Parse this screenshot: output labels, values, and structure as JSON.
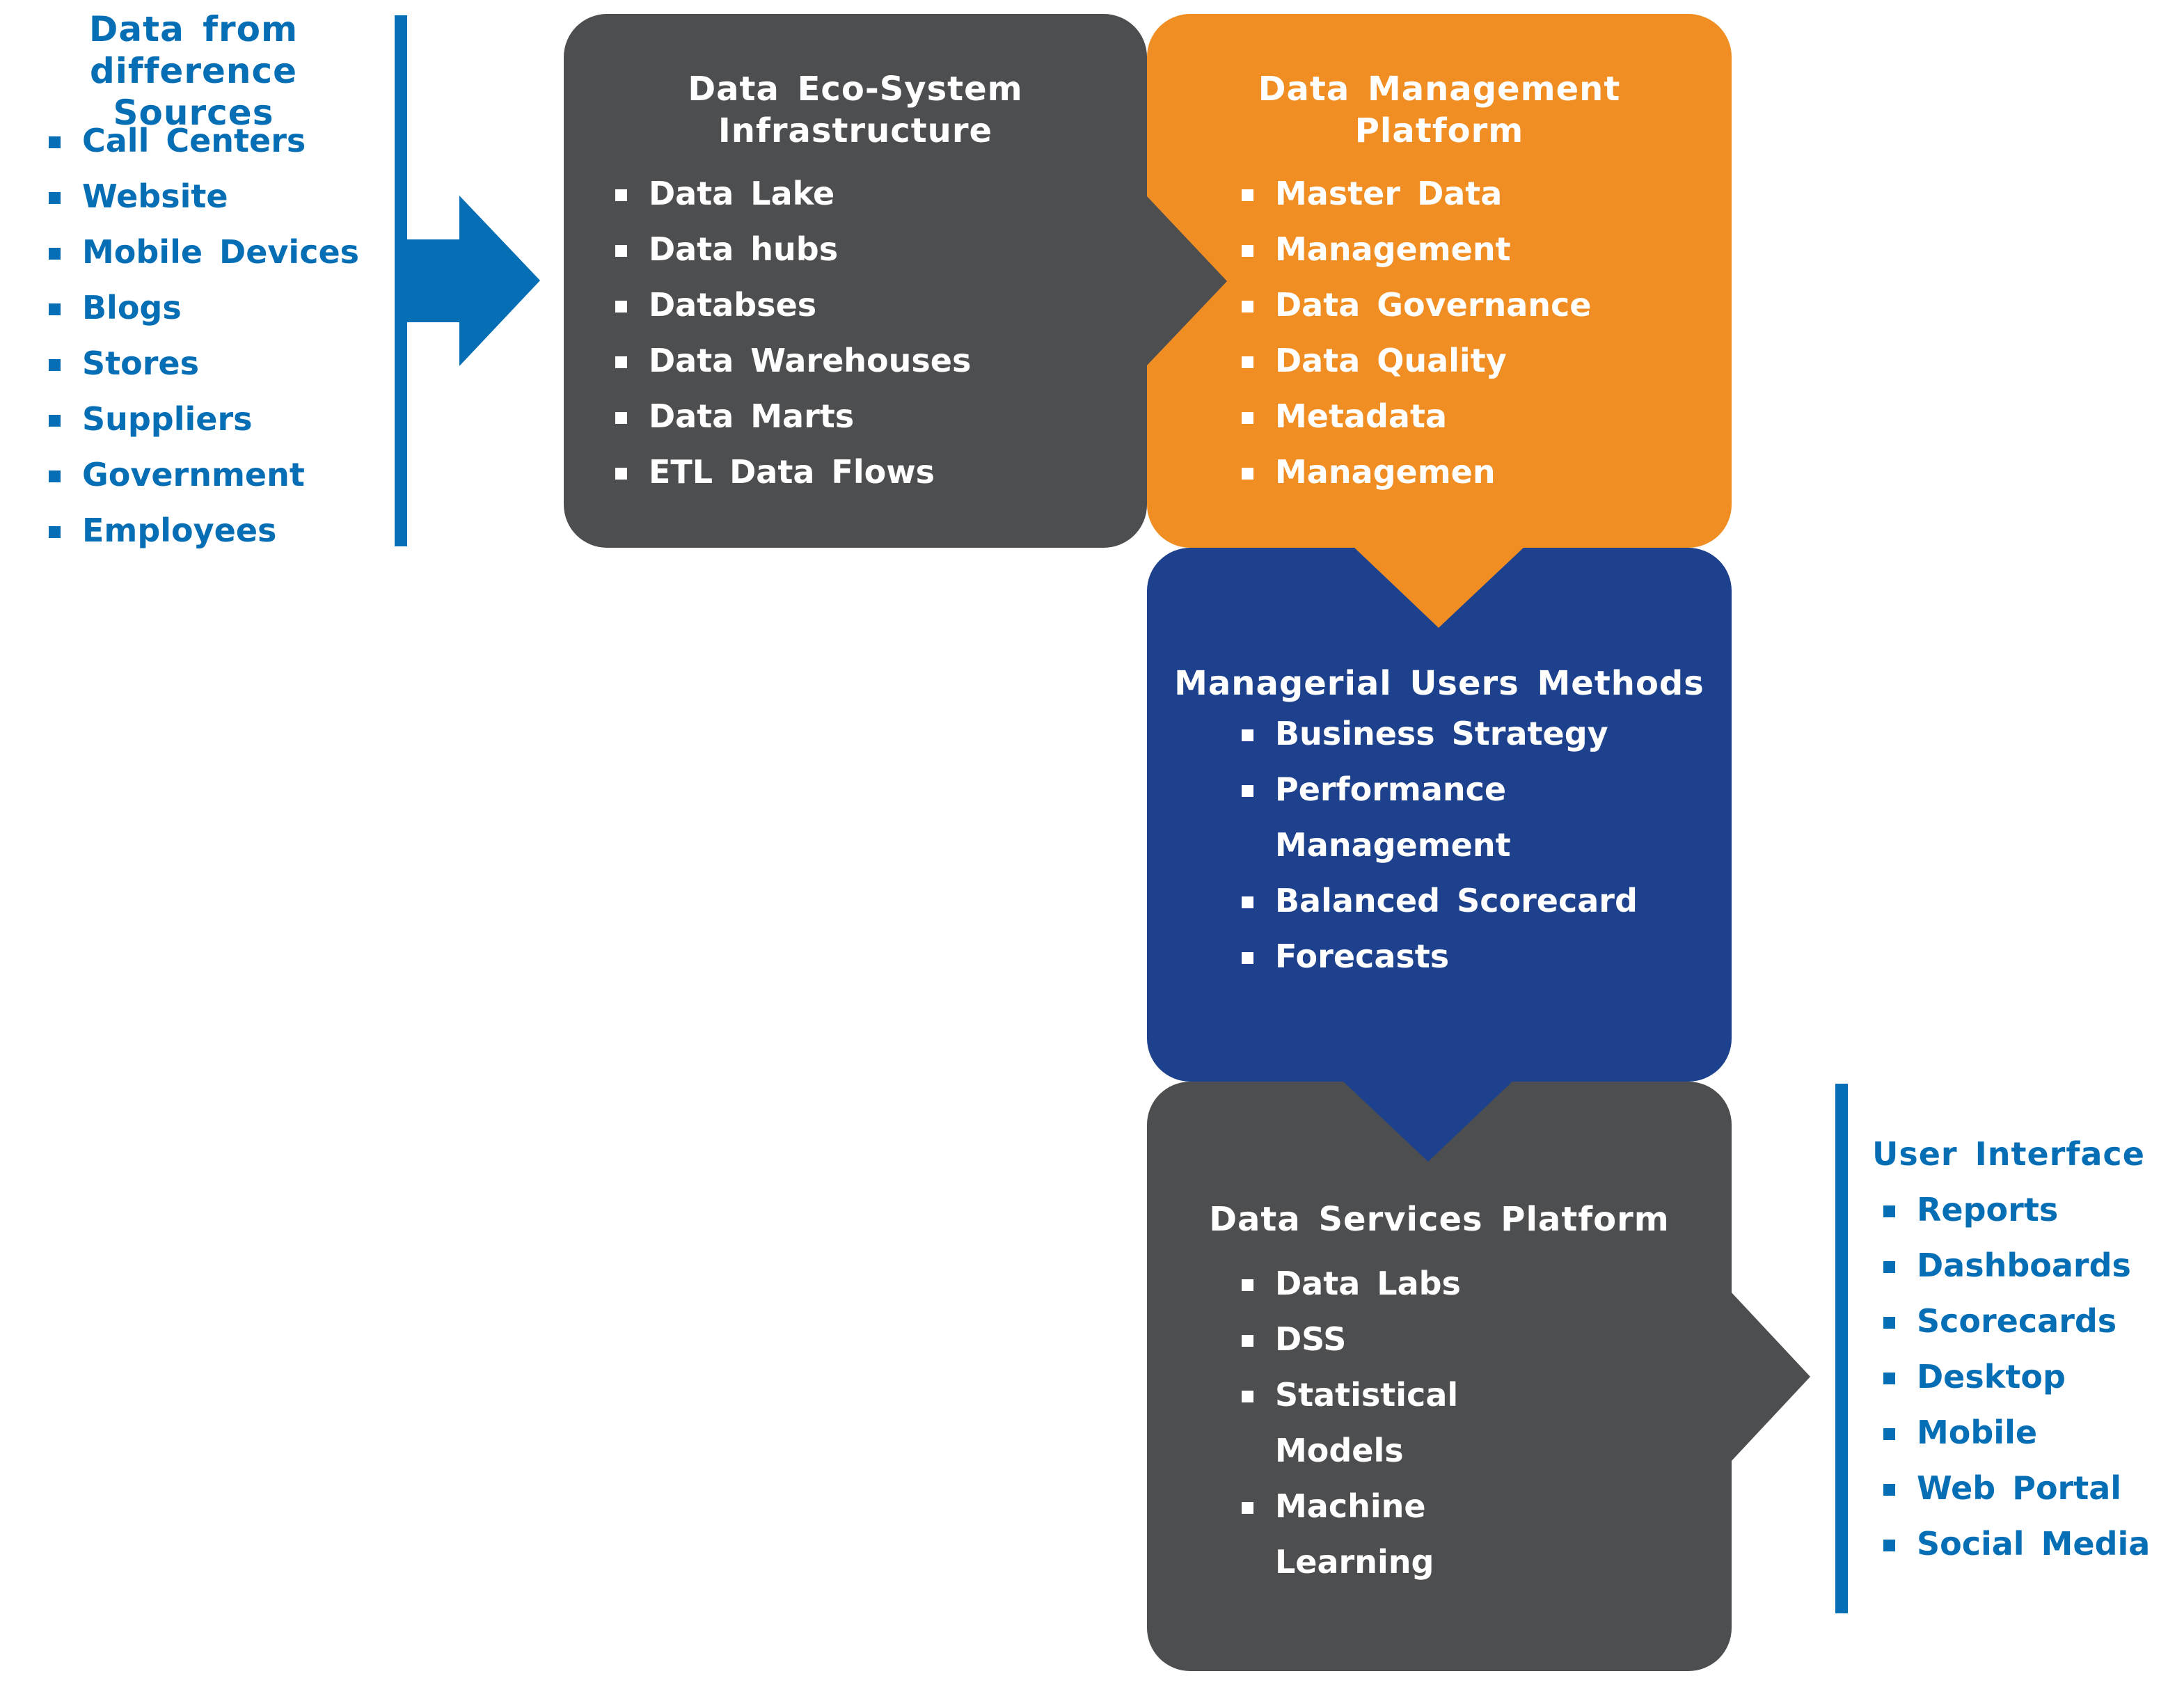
{
  "colors": {
    "accent_blue": "#066eb4",
    "dark_gray": "#4d4e50",
    "orange": "#f08e23",
    "navy": "#1d418d",
    "white": "#ffffff"
  },
  "sources": {
    "title_line1": "Data from difference",
    "title_line2": "Sources",
    "items": [
      "Call Centers",
      "Website",
      "Mobile Devices",
      "Blogs",
      "Stores",
      "Suppliers",
      "Government",
      "Employees"
    ]
  },
  "ecosystem": {
    "title_line1": "Data Eco-System",
    "title_line2": "Infrastructure",
    "items": [
      "Data Lake",
      "Data hubs",
      "Databses",
      "Data Warehouses",
      "Data Marts",
      "ETL Data Flows"
    ]
  },
  "management": {
    "title_line1": "Data Management",
    "title_line2": "Platform",
    "items": [
      "Master Data",
      "Management",
      "Data Governance",
      "Data Quality",
      "Metadata",
      "Managemen"
    ]
  },
  "managerial": {
    "title": "Managerial Users Methods",
    "items": [
      {
        "line1": "Business Strategy",
        "line2": ""
      },
      {
        "line1": "Performance",
        "line2": "Management"
      },
      {
        "line1": "Balanced Scorecard",
        "line2": ""
      },
      {
        "line1": "Forecasts",
        "line2": ""
      }
    ]
  },
  "services": {
    "title": "Data Services Platform",
    "items": [
      {
        "line1": "Data Labs",
        "line2": ""
      },
      {
        "line1": "DSS",
        "line2": ""
      },
      {
        "line1": "Statistical",
        "line2": "Models"
      },
      {
        "line1": "Machine",
        "line2": "Learning"
      }
    ]
  },
  "user_interface": {
    "title": "User Interface",
    "items": [
      "Reports",
      "Dashboards",
      "Scorecards",
      "Desktop",
      "Mobile",
      "Web Portal",
      "Social Media"
    ]
  }
}
